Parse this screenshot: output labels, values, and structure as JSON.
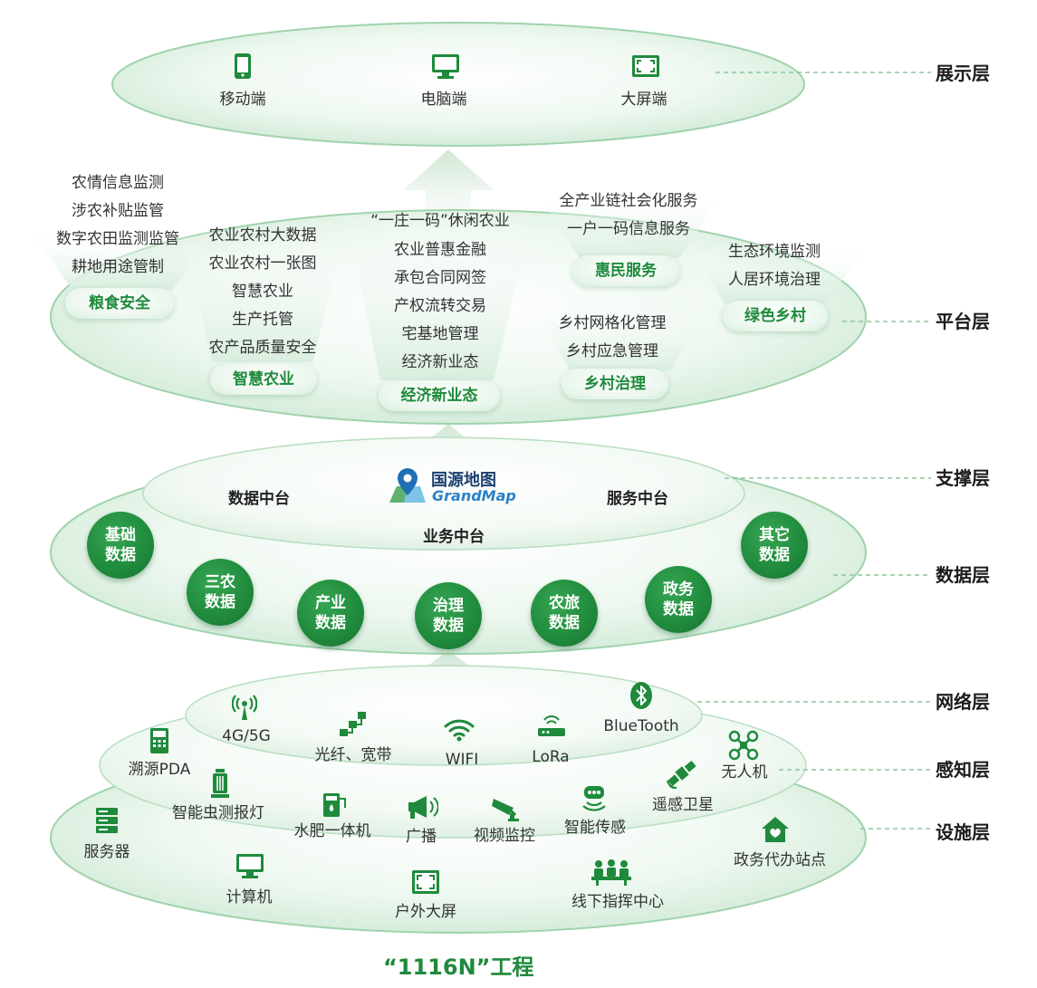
{
  "layers": {
    "display": "展示层",
    "platform": "平台层",
    "support": "支撑层",
    "data": "数据层",
    "network": "网络层",
    "perception": "感知层",
    "facility": "设施层"
  },
  "display": {
    "mobile": "移动端",
    "pc": "电脑端",
    "bigscreen": "大屏端"
  },
  "platform": {
    "grain": {
      "items": [
        "农情信息监测",
        "涉农补贴监管",
        "数字农田监测监管",
        "耕地用途管制"
      ],
      "title": "粮食安全"
    },
    "smart": {
      "items": [
        "农业农村大数据",
        "农业农村一张图",
        "智慧农业",
        "生产托管",
        "农产品质量安全"
      ],
      "title": "智慧农业"
    },
    "economy": {
      "items": [
        "“一庄一码”休闲农业",
        "农业普惠金融",
        "承包合同网签",
        "产权流转交易",
        "宅基地管理",
        "经济新业态"
      ],
      "title": "经济新业态"
    },
    "service": {
      "items": [
        "全产业链社会化服务",
        "一户一码信息服务"
      ],
      "title": "惠民服务"
    },
    "governance": {
      "items": [
        "乡村网格化管理",
        "乡村应急管理"
      ],
      "title": "乡村治理"
    },
    "green": {
      "items": [
        "生态环境监测",
        "人居环境治理"
      ],
      "title": "绿色乡村"
    }
  },
  "support": {
    "data_center": "数据中台",
    "service_center": "服务中台",
    "business_center": "业务中台",
    "logo_cn": "国源地图",
    "logo_en": "GrandMap"
  },
  "data": {
    "bubbles": [
      [
        "基础",
        "数据"
      ],
      [
        "三农",
        "数据"
      ],
      [
        "产业",
        "数据"
      ],
      [
        "治理",
        "数据"
      ],
      [
        "农旅",
        "数据"
      ],
      [
        "政务",
        "数据"
      ],
      [
        "其它",
        "数据"
      ]
    ]
  },
  "network": {
    "g45": "4G/5G",
    "fiber": "光纤、宽带",
    "wifi": "WIFI",
    "lora": "LoRa",
    "bluetooth": "BlueTooth"
  },
  "perception": {
    "pda": "溯源PDA",
    "insect": "智能虫测报灯",
    "water": "水肥一体机",
    "broadcast": "广播",
    "video": "视频监控",
    "sensor": "智能传感",
    "satellite": "遥感卫星",
    "drone": "无人机"
  },
  "facility": {
    "server": "服务器",
    "computer": "计算机",
    "outdoor": "户外大屏",
    "command": "线下指挥中心",
    "station": "政务代办站点"
  },
  "footer": "“1116N”工程",
  "colors": {
    "green": "#1f8a3c",
    "light": "#e8f5eb",
    "dash": "#8cc79b"
  }
}
